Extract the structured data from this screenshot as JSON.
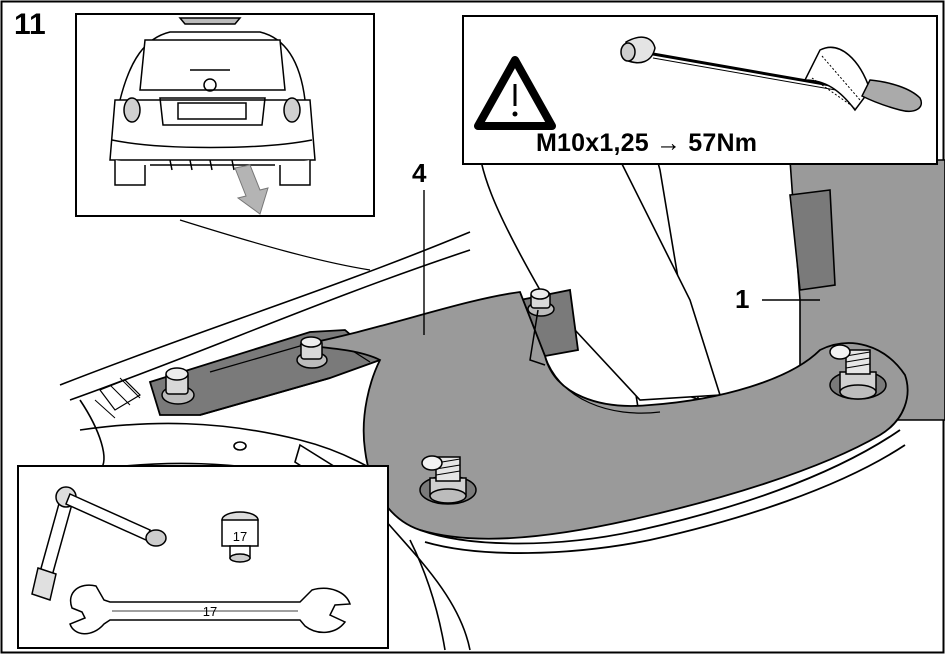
{
  "step_number": "11",
  "callouts": {
    "part_4": "4",
    "part_1": "1"
  },
  "torque_panel": {
    "spec": "M10x1,25 → 57Nm",
    "warning_icon": "warning-triangle-icon",
    "warning_glyph": "!",
    "tool_icon": "torque-wrench-icon"
  },
  "tools_panel": {
    "socket_size": "17",
    "wrench_size": "17",
    "icons": [
      "ratchet-socket-wrench-icon",
      "socket-17-icon",
      "open-end-wrench-icon"
    ]
  },
  "colors": {
    "line": "#000000",
    "part_gray": "#9a9a9a",
    "part_dark": "#7a7a7a",
    "arrow_gray": "#b4b4b4",
    "background": "#ffffff"
  }
}
